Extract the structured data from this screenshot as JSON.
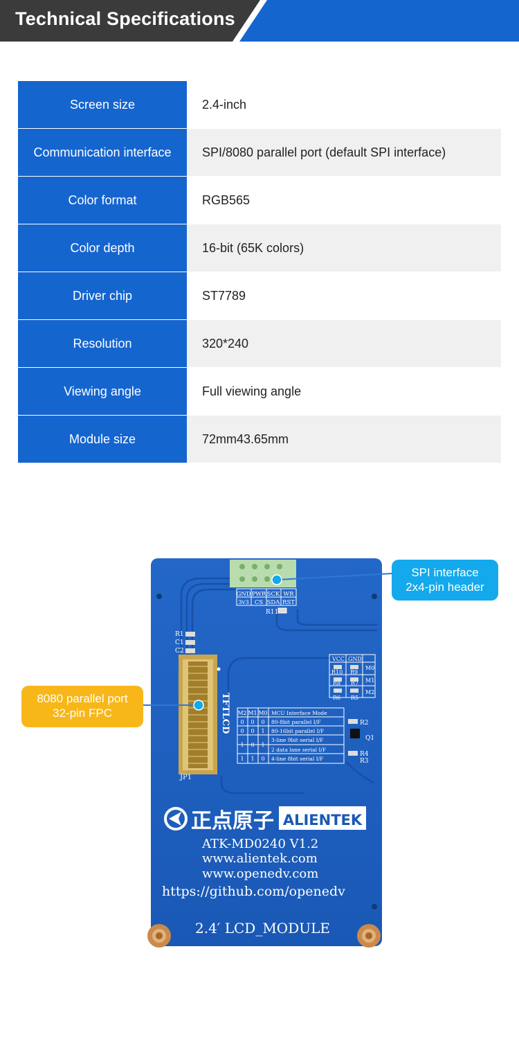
{
  "header": {
    "title": "Technical Specifications"
  },
  "specs": [
    {
      "label": "Screen size",
      "value": "2.4-inch"
    },
    {
      "label": "Communication interface",
      "value": "SPI/8080 parallel port (default SPI interface)"
    },
    {
      "label": "Color format",
      "value": "RGB565"
    },
    {
      "label": "Color depth",
      "value": "16-bit (65K colors)"
    },
    {
      "label": "Driver chip",
      "value": "ST7789"
    },
    {
      "label": "Resolution",
      "value": "320*240"
    },
    {
      "label": "Viewing angle",
      "value": "Full viewing angle"
    },
    {
      "label": "Module size",
      "value": "72mm43.65mm"
    }
  ],
  "callouts": {
    "spi": {
      "line1": "SPI interface",
      "line2": "2x4-pin header"
    },
    "fpc": {
      "line1": "8080 parallel port",
      "line2": "32-pin FPC"
    }
  },
  "board": {
    "header_labels_top": [
      "GND",
      "PWR",
      "SCK",
      "WR"
    ],
    "header_labels_bottom": [
      "3v3",
      "CS",
      "SDA",
      "RST"
    ],
    "r11": "R11",
    "rc_labels": [
      "R1",
      "C1",
      "C2"
    ],
    "jp1": "JP1",
    "tftlcd": "TFTLCD",
    "mode_table_header": [
      "M2",
      "M1",
      "M0",
      "MCU Interface Mode"
    ],
    "mode_table_rows": [
      [
        "0",
        "0",
        "0",
        "80-8bit parallel I/F"
      ],
      [
        "0",
        "0",
        "1",
        "80-16bit parallel I/F"
      ],
      [
        "1",
        "0",
        "1",
        "3-line 9bit serial I/F"
      ],
      [
        "",
        "",
        "",
        "2 data lane serial I/F"
      ],
      [
        "1",
        "1",
        "0",
        "4-line 8bit serial I/F"
      ]
    ],
    "jumper_header": [
      "VCC",
      "GND"
    ],
    "jumper_rows": [
      "M0",
      "M1",
      "M2"
    ],
    "jumper_resistors": [
      "R10",
      "R9",
      "R8",
      "R7",
      "R6",
      "R5"
    ],
    "small_parts": [
      "R2",
      "Q1",
      "R4",
      "R3"
    ],
    "brand_cn": "正点原子",
    "brand_en": "ALIENTEK",
    "model": "ATK-MD0240  V1.2",
    "site1": "www.alientek.com",
    "site2": "www.openedv.com",
    "github": "https://github.com/openedv",
    "module_name": "2.4′  LCD_MODULE"
  },
  "colors": {
    "header_dark": "#3b3b3b",
    "header_blue": "#1565cf",
    "spi_callout": "#13a9ec",
    "fpc_callout": "#f7b719",
    "pcb": "#1e5fc0"
  }
}
